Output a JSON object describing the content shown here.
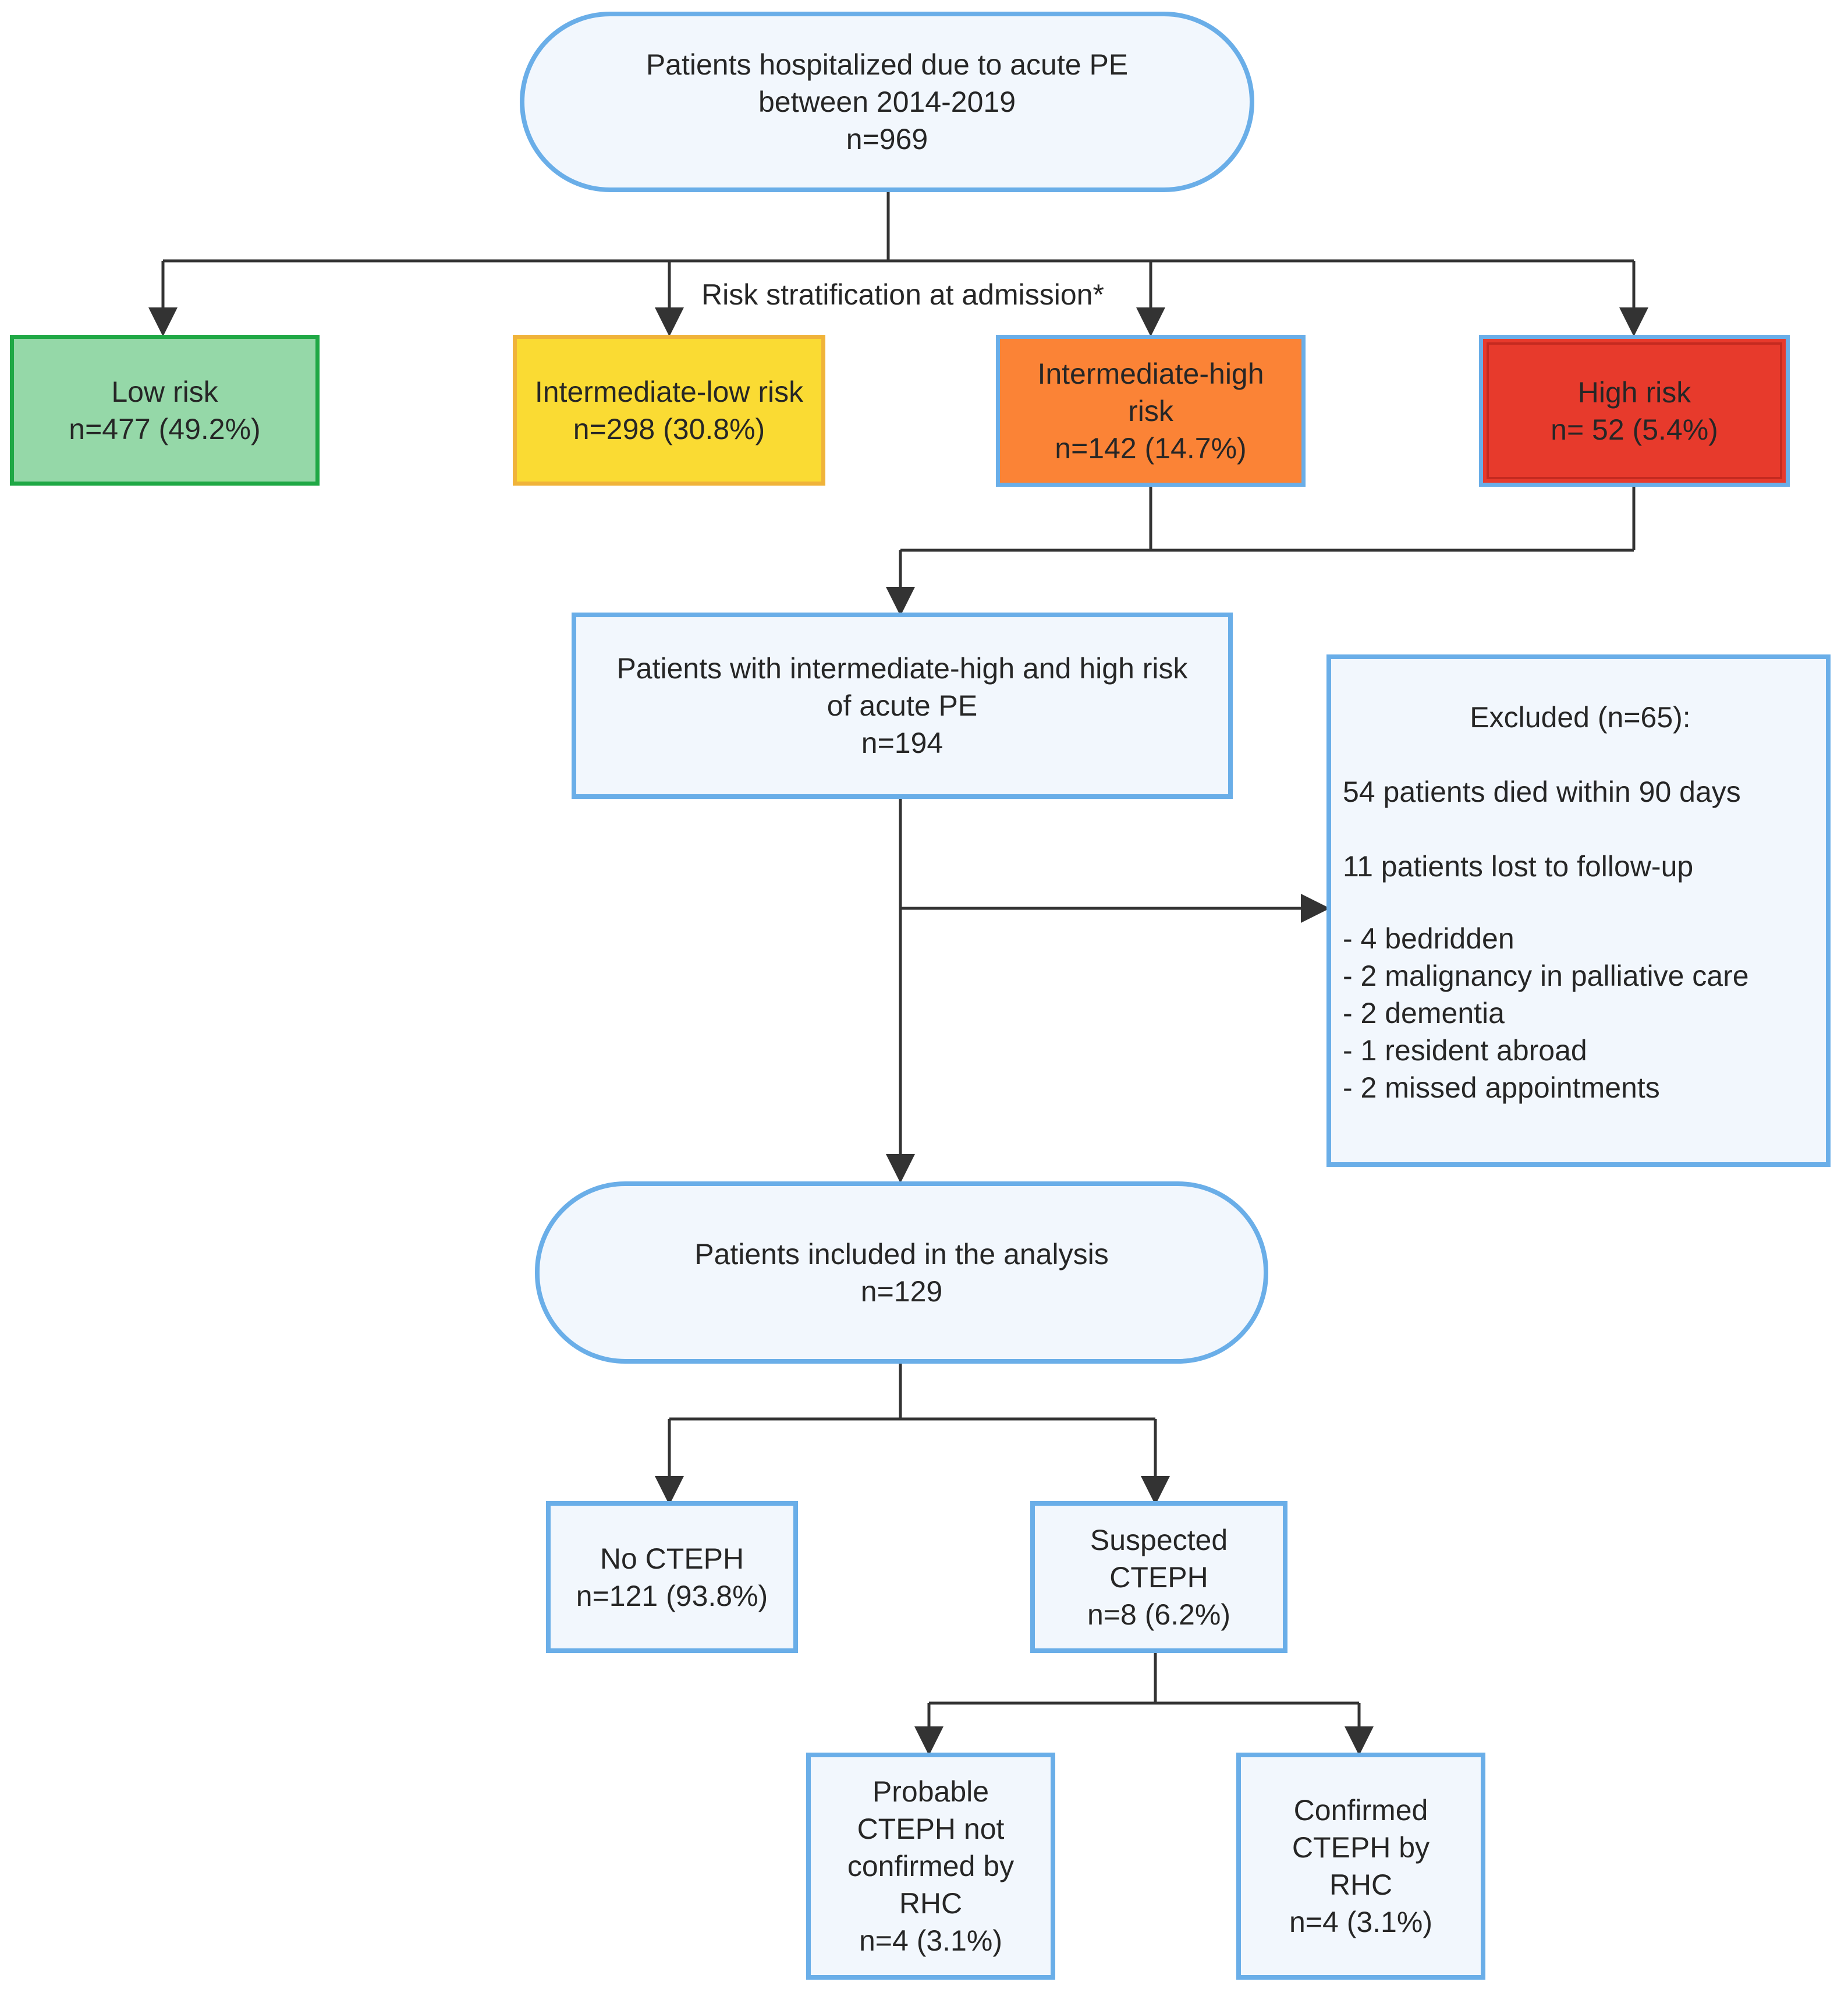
{
  "diagram": {
    "start": {
      "line1": "Patients hospitalized due to acute PE",
      "line2": "between 2014-2019",
      "n": "n=969"
    },
    "risk_label": "Risk stratification at admission*",
    "low_risk": {
      "label": "Low risk",
      "n": "n=477 (49.2%)"
    },
    "intermediate_low_risk": {
      "label": "Intermediate-low risk",
      "n": "n=298 (30.8%)"
    },
    "intermediate_high_risk": {
      "line1": "Intermediate-high",
      "line2": "risk",
      "n": "n=142 (14.7%)"
    },
    "high_risk": {
      "label": "High risk",
      "n": "n= 52 (5.4%)"
    },
    "combined": {
      "line1": "Patients with intermediate-high and high risk",
      "line2": "of acute PE",
      "n": "n=194"
    },
    "excluded": {
      "title": "Excluded (n=65):",
      "died": "54 patients died within 90 days",
      "lost": "11 patients lost to follow-up",
      "reasons": [
        "- 4 bedridden",
        "- 2 malignancy in palliative care",
        "- 2 dementia",
        "- 1 resident abroad",
        "- 2 missed appointments"
      ]
    },
    "included": {
      "label": "Patients included in the analysis",
      "n": "n=129"
    },
    "no_cteph": {
      "label": "No CTEPH",
      "n": "n=121 (93.8%)"
    },
    "suspected": {
      "line1": "Suspected",
      "line2": "CTEPH",
      "n": "n=8 (6.2%)"
    },
    "probable": {
      "line1": "Probable",
      "line2": "CTEPH not",
      "line3": "confirmed by",
      "line4": "RHC",
      "n": "n=4 (3.1%)"
    },
    "confirmed": {
      "line1": "Confirmed",
      "line2": "CTEPH by",
      "line3": "RHC",
      "n": "n=4 (3.1%)"
    }
  },
  "colors": {
    "box_border": "#6aaee8",
    "box_fill": "#f2f7fd",
    "low_risk_fill": "#95d8a8",
    "low_risk_border": "#1fa845",
    "intermediate_low_fill": "#fadb33",
    "intermediate_low_border": "#f0b33a",
    "intermediate_high_fill": "#fb8336",
    "high_risk_fill": "#e73a2c",
    "connector": "#333333",
    "text": "#262626"
  }
}
